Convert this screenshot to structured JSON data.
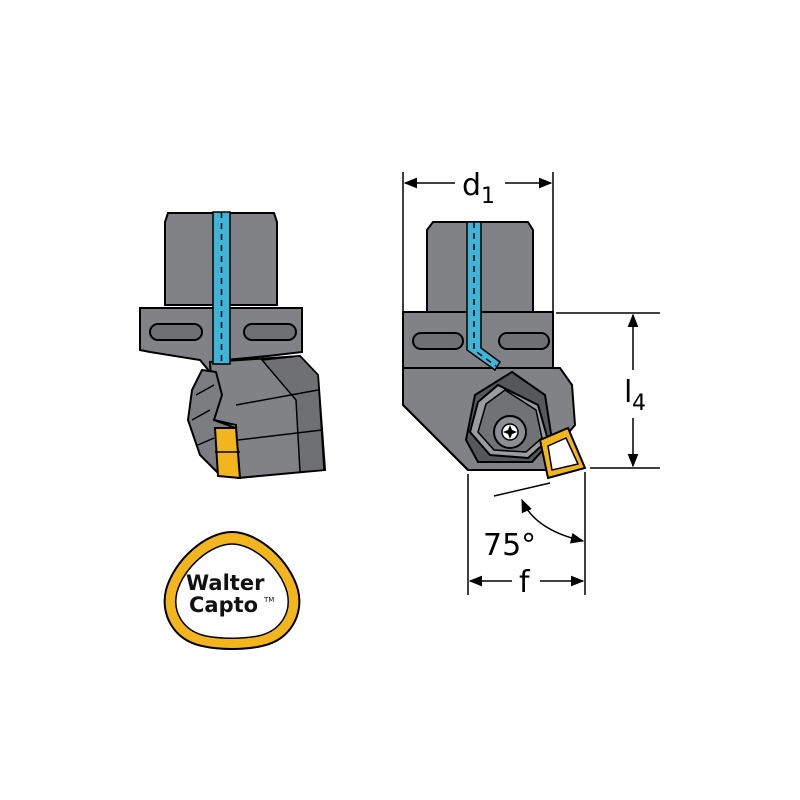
{
  "labels": {
    "d1_main": "d",
    "d1_sub": "1",
    "l4_main": "l",
    "l4_sub": "4",
    "angle": "75°",
    "f": "f"
  },
  "logo": {
    "line1": "Walter",
    "line2": "Capto",
    "trademark": "TM"
  },
  "colors": {
    "body": "#808285",
    "body_dark": "#5f6164",
    "coolant": "#3fb4d7",
    "insert": "#f2b51e",
    "logo_ring": "#f2b51e",
    "outline": "#000000"
  }
}
